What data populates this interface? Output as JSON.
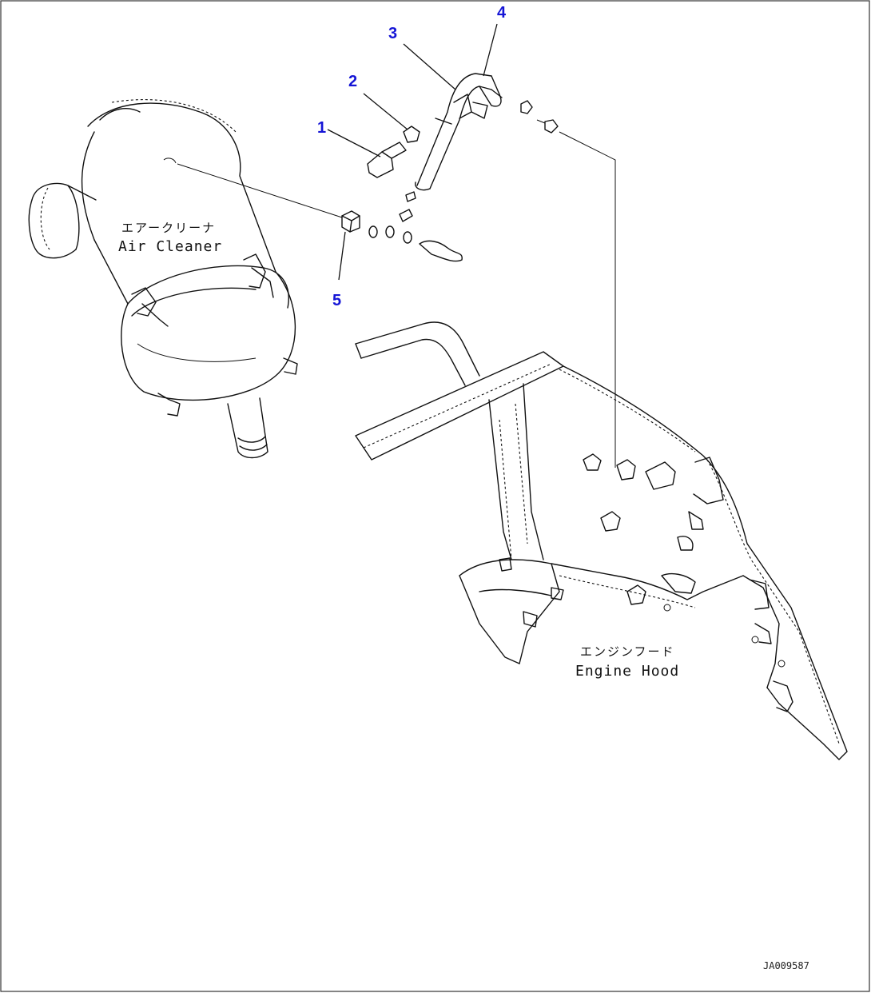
{
  "callouts": [
    {
      "id": "c1",
      "label": "1"
    },
    {
      "id": "c2",
      "label": "2"
    },
    {
      "id": "c3",
      "label": "3"
    },
    {
      "id": "c4",
      "label": "4"
    },
    {
      "id": "c5",
      "label": "5"
    }
  ],
  "air_cleaner": {
    "label_jp": "エアークリーナ",
    "label_en": "Air Cleaner"
  },
  "engine_hood": {
    "label_jp": "エンジンフード",
    "label_en": "Engine Hood"
  },
  "document_id": "JA009587",
  "colors": {
    "callout": "#1515d6",
    "line": "#111111",
    "background": "#ffffff"
  }
}
